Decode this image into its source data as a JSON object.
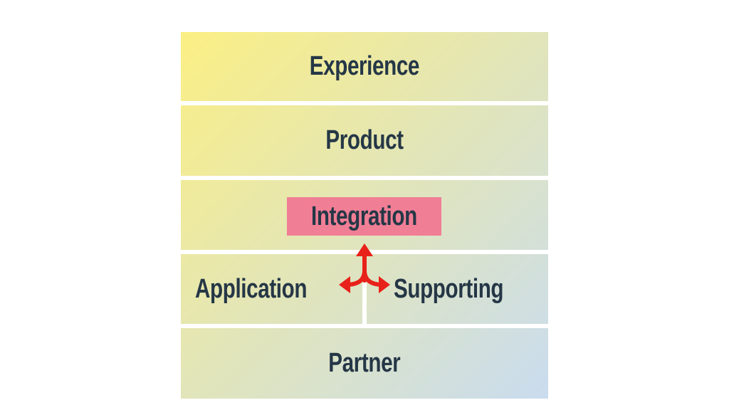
{
  "diagram": {
    "layers": {
      "experience": "Experience",
      "product": "Product",
      "integration": "Integration",
      "application": "Application",
      "supporting": "Supporting",
      "partner": "Partner"
    },
    "colors": {
      "gradient_start": "#fbef84",
      "gradient_end": "#c9dcef",
      "text": "#253746",
      "highlight": "#f07e95",
      "arrow": "#e8211a"
    }
  }
}
